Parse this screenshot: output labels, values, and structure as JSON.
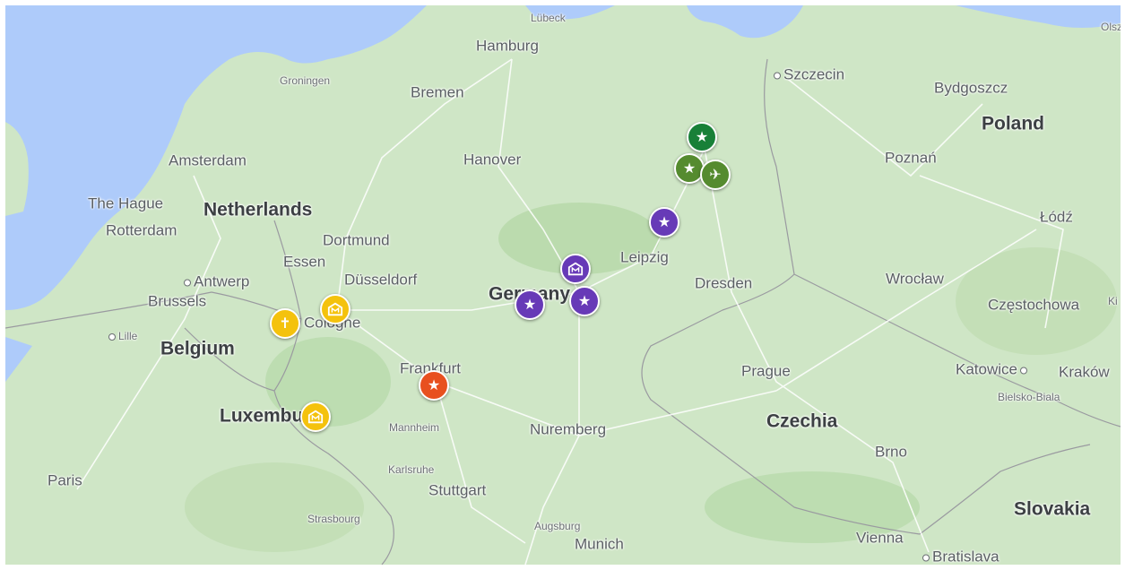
{
  "map": {
    "countries": [
      {
        "name": "Poland"
      },
      {
        "name": "Netherlands"
      },
      {
        "name": "Belgium"
      },
      {
        "name": "Luxemburg"
      },
      {
        "name": "Czechia"
      },
      {
        "name": "Slovakia"
      },
      {
        "name": "Germany"
      }
    ],
    "cities": [
      "Lübeck",
      "Hamburg",
      "Szczecin",
      "Bremen",
      "Groningen",
      "Bydgoszcz",
      "Amsterdam",
      "Hanover",
      "Poznań",
      "The Hague",
      "Rotterdam",
      "Łódź",
      "Dortmund",
      "Essen",
      "Leipzig",
      "Antwerp",
      "Düsseldorf",
      "Wrocław",
      "Dresden",
      "Brussels",
      "Cologne",
      "Częstochowa",
      "Lille",
      "Frankfurt",
      "Prague",
      "Katowice",
      "Kraków",
      "Bielsko-Biala",
      "Mannheim",
      "Nuremberg",
      "Brno",
      "Karlsruhe",
      "Stuttgart",
      "Strasbourg",
      "Augsburg",
      "Munich",
      "Vienna",
      "Bratislava",
      "Paris",
      "Olsz",
      "Ki"
    ],
    "markers": [
      {
        "type": "star",
        "color": "#188038",
        "label": "star-marker-berlin-top"
      },
      {
        "type": "star",
        "color": "#558b2f",
        "label": "star-marker-berlin-west"
      },
      {
        "type": "airport",
        "color": "#558b2f",
        "label": "airport-marker-berlin"
      },
      {
        "type": "star",
        "color": "#673ab7",
        "label": "star-marker-potsdam-area"
      },
      {
        "type": "museum",
        "color": "#673ab7",
        "label": "museum-marker-central"
      },
      {
        "type": "star",
        "color": "#673ab7",
        "label": "star-marker-germany-1"
      },
      {
        "type": "star",
        "color": "#673ab7",
        "label": "star-marker-germany-2"
      },
      {
        "type": "church",
        "color": "#f4c20d",
        "label": "church-marker-cologne"
      },
      {
        "type": "museum",
        "color": "#f4c20d",
        "label": "museum-marker-cologne"
      },
      {
        "type": "museum",
        "color": "#f4c20d",
        "label": "museum-marker-luxemburg"
      },
      {
        "type": "star",
        "color": "#e8501f",
        "label": "star-marker-frankfurt"
      }
    ]
  }
}
